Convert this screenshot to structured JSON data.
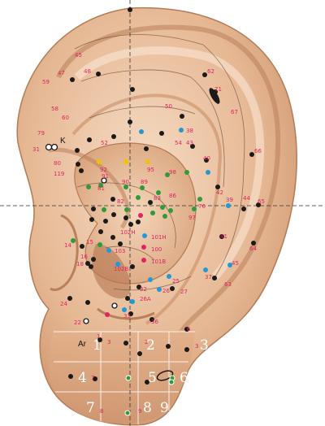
{
  "colors": {
    "skin_outer": "#d8a47c",
    "skin_mid": "#e7bd98",
    "skin_light": "#f3d6bb",
    "shadow": "#b9805a",
    "outline": "#6b4a34",
    "dot_black": "#1a1a1a",
    "dot_blue": "#1f9ad6",
    "dot_green": "#2f9a3a",
    "dot_yellow": "#f2c200",
    "dot_red": "#e0245e",
    "dot_gray": "#7a7a7a",
    "label_red": "#e0245e",
    "zone_white": "#ffffff"
  },
  "labels": {
    "K": "K",
    "Ar": "Ar",
    "zones": [
      "1",
      "2",
      "3",
      "4",
      "5",
      "6",
      "7",
      "8",
      "9"
    ],
    "numbers": [
      {
        "t": "45"
      },
      {
        "t": "48"
      },
      {
        "t": "47"
      },
      {
        "t": "59"
      },
      {
        "t": "62"
      },
      {
        "t": "71"
      },
      {
        "t": "67"
      },
      {
        "t": "58"
      },
      {
        "t": "60"
      },
      {
        "t": "50"
      },
      {
        "t": "79"
      },
      {
        "t": "31"
      },
      {
        "t": "80"
      },
      {
        "t": "52"
      },
      {
        "t": "38"
      },
      {
        "t": "54"
      },
      {
        "t": "43"
      },
      {
        "t": "66"
      },
      {
        "t": "119"
      },
      {
        "t": "92"
      },
      {
        "t": "95"
      },
      {
        "t": "40"
      },
      {
        "t": "91"
      },
      {
        "t": "98"
      },
      {
        "t": "42"
      },
      {
        "t": "81"
      },
      {
        "t": "90"
      },
      {
        "t": "89"
      },
      {
        "t": "83"
      },
      {
        "t": "39"
      },
      {
        "t": "44"
      },
      {
        "t": "65"
      },
      {
        "t": "82"
      },
      {
        "t": "86"
      },
      {
        "t": "76"
      },
      {
        "t": "97"
      },
      {
        "t": "102H"
      },
      {
        "t": "101H"
      },
      {
        "t": "14"
      },
      {
        "t": "15"
      },
      {
        "t": "100"
      },
      {
        "t": "18"
      },
      {
        "t": "103"
      },
      {
        "t": "101B"
      },
      {
        "t": "41"
      },
      {
        "t": "64"
      },
      {
        "t": "16"
      },
      {
        "t": "102B"
      },
      {
        "t": "45"
      },
      {
        "t": "37"
      },
      {
        "t": "63"
      },
      {
        "t": "32"
      },
      {
        "t": "25"
      },
      {
        "t": "26A"
      },
      {
        "t": "26"
      },
      {
        "t": "27"
      },
      {
        "t": "24"
      },
      {
        "t": "33"
      },
      {
        "t": "22"
      },
      {
        "t": "36"
      },
      {
        "t": "6"
      },
      {
        "t": "1"
      },
      {
        "t": "3"
      },
      {
        "t": "2"
      },
      {
        "t": "3"
      },
      {
        "t": "7"
      },
      {
        "t": "8"
      },
      {
        "t": "9"
      }
    ]
  }
}
